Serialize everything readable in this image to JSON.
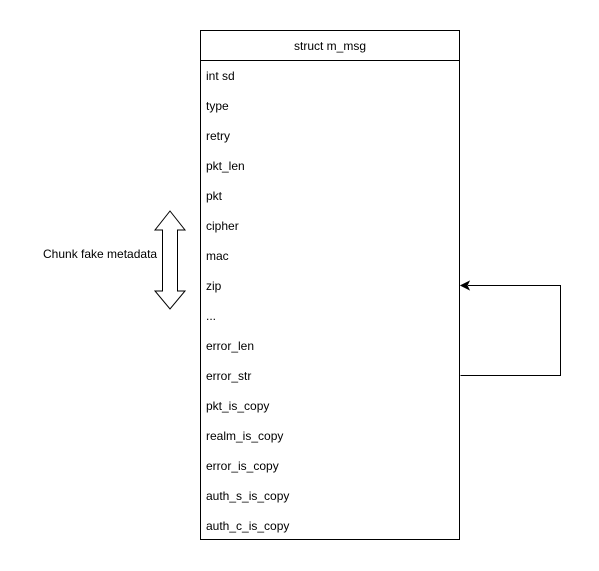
{
  "struct": {
    "title": "struct m_msg",
    "fields": [
      "int sd",
      "type",
      "retry",
      "pkt_len",
      "pkt",
      "cipher",
      "mac",
      "zip",
      "...",
      "error_len",
      "error_str",
      "pkt_is_copy",
      "realm_is_copy",
      "error_is_copy",
      "auth_s_is_copy",
      "auth_c_is_copy"
    ]
  },
  "annotation": {
    "label": "Chunk fake metadata",
    "arrow_icon": "double-headed-vertical-arrow-icon"
  },
  "pointer": {
    "from_field": "error_str",
    "to_field": "zip"
  },
  "colors": {
    "stroke": "#000000",
    "background": "#ffffff"
  }
}
